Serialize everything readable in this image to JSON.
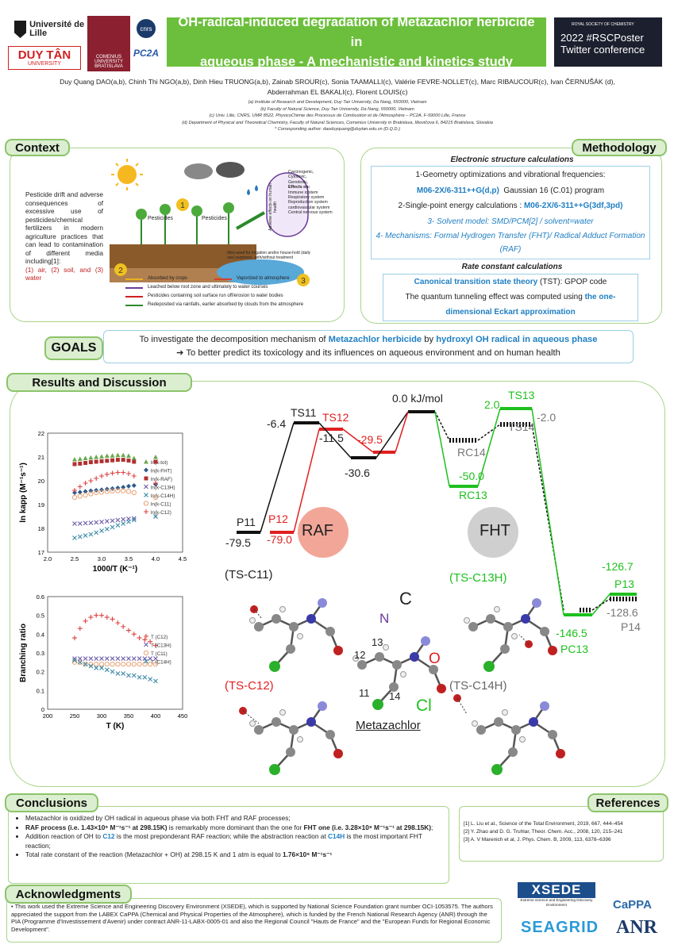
{
  "header": {
    "title_line1": "OH-radical-induced degradation of Metazachlor herbicide in",
    "title_line2": "aqueous phase - A mechanistic and kinetics study",
    "logo_lille": "Université de Lille",
    "logo_duytan": "DUY TÂN",
    "logo_duytan_sub": "UNIVERSITY",
    "logo_comenius": "COMENIUS UNIVERSITY BRATISLAVA",
    "logo_cnrs": "cnrs",
    "logo_pc2a": "PC2A",
    "rsc_small": "ROYAL SOCIETY OF CHEMISTRY",
    "rsc_line1": "2022 #RSCPoster",
    "rsc_line2": "Twitter conference"
  },
  "authors": {
    "line1": "Duy Quang DAO(a,b), Chinh Thi NGO(a,b), Dinh Hieu TRUONG(a,b), Zainab SROUR(c), Sonia TAAMALLI(c), Valérie FEVRE-NOLLET(c), Marc RIBAUCOUR(c), Ivan ČERNUŠÁK (d),",
    "line2": "Abderrahman EL BAKALI(c), Florent LOUIS(c)",
    "affil_a": "(a) Institute of Research and Development, Duy Tan University, Da Nang, 550000, Vietnam",
    "affil_b": "(b) Faculty of Natural Science, Duy Tan University, Da Nang, 550000, Vietnam",
    "affil_c": "(c) Univ. Lille, CNRS, UMR 8522, PhysicoChimie des Processus de Combustion et de l'Atmosphère – PC2A, F-59000 Lille, France",
    "affil_d": "(d) Department of Physical and Theoretical Chemistry, Faculty of Natural Sciences, Comenius University in Bratislava, Ilkovičova 6, 84215 Bratislava, Slovakia",
    "corresponding": "* Corresponding author: daoduyquang@duytan.edu.vn (D.Q.D.)"
  },
  "context": {
    "tab": "Context",
    "text": "Pesticide drift and adverse consequences of excessive use of pesticides/chemical fertilizers in modern agriculture practices that can lead to contamination of different media including[1]:",
    "media": "(1) air, (2) soil, and (3) water",
    "pesticides1": "Pesticides",
    "pesticides2": "Pesticides",
    "reused": "(Re)-used for irrigation and/or house-hold (daily use) purposes, with/without treatment",
    "effects_title": "Adverse effects on human health",
    "effects": [
      "Carcinogenic,",
      "Cytotoxic,",
      "Genotoxic,",
      "Effects on:",
      "Immune system",
      "Respiratory system",
      "Reproduction system",
      "cardiovascular system",
      "Central nervous system"
    ],
    "legend": [
      {
        "text": "Absorbed by crops",
        "color": "#e8b020"
      },
      {
        "text": "Vaporized to atmosphere",
        "color": "#d04030"
      },
      {
        "text": "Leached below root zone and ultimately to water courses",
        "color": "#6a3a9a"
      },
      {
        "text": "Pesticides containing soil surface run off/erosion to water bodies",
        "color": "#d02020"
      },
      {
        "text": "Redeposited via rainfalls, earlier absorbed by clouds from the atmosphere",
        "color": "#2a8a2a"
      }
    ]
  },
  "methodology": {
    "tab": "Methodology",
    "esc_title": "Electronic structure calculations",
    "line1": "1-Geometry optimizations and vibrational frequencies:",
    "line2_bold": "M06-2X/6-311++G(d,p)",
    "line2_rest": "Gaussian 16 (C.01) program",
    "line3_pre": "2-Single-point energy calculations :",
    "line3_bold": "M06-2X/6-311++G(3df,3pd)",
    "line4": "3- Solvent model: SMD/PCM[2] / solvent=water",
    "line5": "4- Mechanisms: Formal Hydrogen Transfer (FHT)/ Radical Adduct Formation (RAF)",
    "rate_title": "Rate constant calculations",
    "rate1_bold": "Canonical transition state theory",
    "rate1_rest": "(TST): GPOP code",
    "rate2_pre": "The quantum tunneling effect was computed using",
    "rate2_bold": "the one-dimensional Eckart approximation"
  },
  "goals": {
    "tab": "GOALS",
    "line1_a": "To investigate the decomposition mechanism of",
    "line1_b": "Metazachlor herbicide",
    "line1_c": "by",
    "line1_d": "hydroxyl OH radical in aqueous phase",
    "line2": "➔ To better predict its toxicology and its influences on aqueous environment and on human health"
  },
  "results": {
    "tab": "Results and Discussion",
    "raf": "RAF",
    "fht": "FHT",
    "metazachlor": "Metazachlor",
    "ts_labels": [
      "(TS-C11)",
      "(TS-C12)",
      "(TS-C13H)",
      "(TS-C14H)"
    ],
    "atom_labels": [
      "N",
      "C",
      "O",
      "Cl",
      "13",
      "12",
      "11",
      "14"
    ],
    "energy_levels": [
      {
        "name": "P11",
        "value": "-79.5"
      },
      {
        "name": "P12",
        "value": "-79.0"
      },
      {
        "name": "TS11",
        "value": "-6.4"
      },
      {
        "name": "TS12",
        "value": "-11.5"
      },
      {
        "name": "",
        "value": "-30.6"
      },
      {
        "name": "",
        "value": "-29.5"
      },
      {
        "name": "",
        "value": "0.0 kJ/mol"
      },
      {
        "name": "RC14",
        "value": ""
      },
      {
        "name": "RC13",
        "value": "-50.0"
      },
      {
        "name": "TS13",
        "value": "2.0"
      },
      {
        "name": "TS14",
        "value": "-2.0"
      },
      {
        "name": "PC13",
        "value": "-146.5"
      },
      {
        "name": "P13",
        "value": "-126.7"
      },
      {
        "name": "P14",
        "value": "-128.6"
      }
    ]
  },
  "chart_data": [
    {
      "type": "scatter",
      "xlabel": "1000/T (K⁻¹)",
      "ylabel": "ln kapp (M⁻¹s⁻¹)",
      "xlim": [
        2.0,
        4.5
      ],
      "ylim": [
        17,
        22
      ],
      "xticks": [
        "2.0",
        "2.5",
        "3.0",
        "3.5",
        "4.0",
        "4.5"
      ],
      "yticks": [
        "17",
        "18",
        "19",
        "20",
        "21",
        "22"
      ],
      "legend_position": "right",
      "series": [
        {
          "name": "ln(k-tot)",
          "color": "#6aa84f",
          "marker": "triangle",
          "x": [
            2.5,
            2.6,
            2.7,
            2.8,
            2.9,
            3.0,
            3.1,
            3.2,
            3.3,
            3.4,
            3.5,
            3.6,
            4.0
          ],
          "y": [
            20.9,
            20.92,
            20.95,
            20.97,
            21.0,
            21.02,
            21.05,
            21.06,
            21.08,
            21.08,
            21.05,
            20.95,
            21.0
          ]
        },
        {
          "name": "ln(k-FHT)",
          "color": "#2e5a8a",
          "marker": "diamond",
          "x": [
            2.5,
            2.6,
            2.7,
            2.8,
            2.9,
            3.0,
            3.1,
            3.2,
            3.3,
            3.4,
            3.5,
            3.6,
            4.0
          ],
          "y": [
            19.5,
            19.52,
            19.55,
            19.58,
            19.6,
            19.62,
            19.65,
            19.67,
            19.7,
            19.73,
            19.77,
            19.8,
            19.85
          ]
        },
        {
          "name": "ln(k-RAF)",
          "color": "#b03030",
          "marker": "square",
          "x": [
            2.5,
            2.6,
            2.7,
            2.8,
            2.9,
            3.0,
            3.1,
            3.2,
            3.3,
            3.4,
            3.5,
            3.6,
            4.0
          ],
          "y": [
            20.7,
            20.72,
            20.75,
            20.78,
            20.8,
            20.82,
            20.84,
            20.86,
            20.88,
            20.88,
            20.85,
            20.8,
            20.8
          ]
        },
        {
          "name": "ln(k-C13H)",
          "color": "#6a5aa8",
          "marker": "x",
          "x": [
            2.5,
            2.6,
            2.7,
            2.8,
            2.9,
            3.0,
            3.1,
            3.2,
            3.3,
            3.4,
            3.5,
            3.6,
            4.0
          ],
          "y": [
            18.2,
            18.2,
            18.22,
            18.23,
            18.25,
            18.27,
            18.3,
            18.32,
            18.35,
            18.38,
            18.4,
            18.42,
            18.5
          ]
        },
        {
          "name": "ln(k-C14H)",
          "color": "#3a8aa8",
          "marker": "x",
          "x": [
            2.5,
            2.6,
            2.7,
            2.8,
            2.9,
            3.0,
            3.1,
            3.2,
            3.3,
            3.4,
            3.5,
            3.6,
            4.0
          ],
          "y": [
            17.6,
            17.65,
            17.7,
            17.75,
            17.82,
            17.9,
            17.97,
            18.05,
            18.13,
            18.2,
            18.28,
            18.35,
            18.5
          ]
        },
        {
          "name": "ln(k-C11)",
          "color": "#e8a070",
          "marker": "circle",
          "x": [
            2.5,
            2.6,
            2.7,
            2.8,
            2.9,
            3.0,
            3.1,
            3.2,
            3.3,
            3.4,
            3.5,
            3.6,
            4.0
          ],
          "y": [
            19.3,
            19.35,
            19.4,
            19.45,
            19.5,
            19.52,
            19.55,
            19.57,
            19.58,
            19.58,
            19.55,
            19.5,
            19.3
          ]
        },
        {
          "name": "ln(k-C12)",
          "color": "#e04040",
          "marker": "plus",
          "x": [
            2.5,
            2.6,
            2.7,
            2.8,
            2.9,
            3.0,
            3.1,
            3.2,
            3.3,
            3.4,
            3.5,
            3.6,
            4.0
          ],
          "y": [
            19.6,
            19.75,
            19.9,
            20.0,
            20.1,
            20.2,
            20.27,
            20.32,
            20.35,
            20.35,
            20.3,
            20.2,
            19.9
          ]
        }
      ]
    },
    {
      "type": "scatter",
      "xlabel": "T (K)",
      "ylabel": "Branching ratio",
      "xlim": [
        200,
        450
      ],
      "ylim": [
        0,
        0.6
      ],
      "xticks": [
        "200",
        "250",
        "300",
        "350",
        "400",
        "450"
      ],
      "yticks": [
        "0",
        "0.1",
        "0.2",
        "0.3",
        "0.4",
        "0.5",
        "0.6"
      ],
      "legend_position": "right",
      "series": [
        {
          "name": "T (C12)",
          "color": "#e04040",
          "marker": "plus",
          "x": [
            250,
            260,
            270,
            280,
            290,
            300,
            310,
            320,
            330,
            340,
            350,
            360,
            370,
            380,
            390,
            400
          ],
          "y": [
            0.38,
            0.43,
            0.47,
            0.49,
            0.5,
            0.5,
            0.49,
            0.48,
            0.46,
            0.44,
            0.42,
            0.4,
            0.38,
            0.37,
            0.36,
            0.34
          ]
        },
        {
          "name": "T (C13H)",
          "color": "#6a5aa8",
          "marker": "x",
          "x": [
            250,
            260,
            270,
            280,
            290,
            300,
            310,
            320,
            330,
            340,
            350,
            360,
            370,
            380,
            390,
            400
          ],
          "y": [
            0.27,
            0.27,
            0.27,
            0.27,
            0.27,
            0.27,
            0.27,
            0.27,
            0.27,
            0.27,
            0.27,
            0.27,
            0.27,
            0.27,
            0.27,
            0.27
          ]
        },
        {
          "name": "T (C11)",
          "color": "#e8a070",
          "marker": "circle",
          "x": [
            250,
            260,
            270,
            280,
            290,
            300,
            310,
            320,
            330,
            340,
            350,
            360,
            370,
            380,
            390,
            400
          ],
          "y": [
            0.25,
            0.25,
            0.24,
            0.24,
            0.24,
            0.24,
            0.24,
            0.24,
            0.24,
            0.24,
            0.24,
            0.24,
            0.24,
            0.24,
            0.24,
            0.24
          ]
        },
        {
          "name": "T (C14H)",
          "color": "#3a8aa8",
          "marker": "x",
          "x": [
            250,
            260,
            270,
            280,
            290,
            300,
            310,
            320,
            330,
            340,
            350,
            360,
            370,
            380,
            390,
            400
          ],
          "y": [
            0.26,
            0.25,
            0.24,
            0.23,
            0.22,
            0.22,
            0.21,
            0.2,
            0.19,
            0.19,
            0.18,
            0.18,
            0.17,
            0.17,
            0.16,
            0.15
          ]
        }
      ]
    }
  ],
  "conclusions": {
    "tab": "Conclusions",
    "b1": "Metazachlor is oxidized by OH radical in aqueous phase via both FHT and RAF processes;",
    "b2_bold1": "RAF process (i.e. 1.43×10⁹ M⁻¹s⁻¹ at 298.15K)",
    "b2_mid": "is remarkably more dominant than the one for",
    "b2_bold2": "FHT one (i.e. 3.28×10⁸ M⁻¹s⁻¹ at 298.15K)",
    "b2_end": ";",
    "b3_a": "Addition reaction of OH to",
    "b3_c12": "C12",
    "b3_b": "is the most preponderant RAF reaction; while the abstraction reaction at",
    "b3_c14h": "C14H",
    "b3_c": "is the most important FHT reaction;",
    "b4_a": "Total rate constant of the reaction (Metazachlor + OH) at 298.15 K and 1 atm is equal to",
    "b4_bold": "1.76×10⁹ M⁻¹s⁻¹"
  },
  "references": {
    "tab": "References",
    "items": [
      "[1] L. Liu et al., Science of the Total Environment, 2019, 667, 444–454",
      "[2] Y. Zhao and D. G. Truhlar, Theor. Chem. Acc., 2008, 120, 215–241",
      "[3] A. V Marenich et al, J. Phys. Chem. B, 2009, 113, 6378–6396"
    ]
  },
  "acknowledgments": {
    "tab": "Acknowledgments",
    "text": "This work used the Extreme Science and Engineering Discovery Environment (XSEDE), which is supported by National Science Foundation grant number OCI-1053575. The authors appreciated the support from the LABEX CaPPA (Chemical and Physical Properties of the Atmosphere), which is funded by the French National Research Agency (ANR) through the PIA (Programme d'Investissement d'Avenir) under contract ANR-11-LABX-0005-01 and also the Regional Council \"Hauts de France\" and the \"European Funds for Regional Economic Development\".",
    "logo_xsede": "XSEDE",
    "logo_xsede_sub": "Extreme Science and Engineering Discovery Environment",
    "logo_cappa": "CaPPA",
    "logo_seagrid": "SEAGRID",
    "logo_anr": "ANR"
  }
}
